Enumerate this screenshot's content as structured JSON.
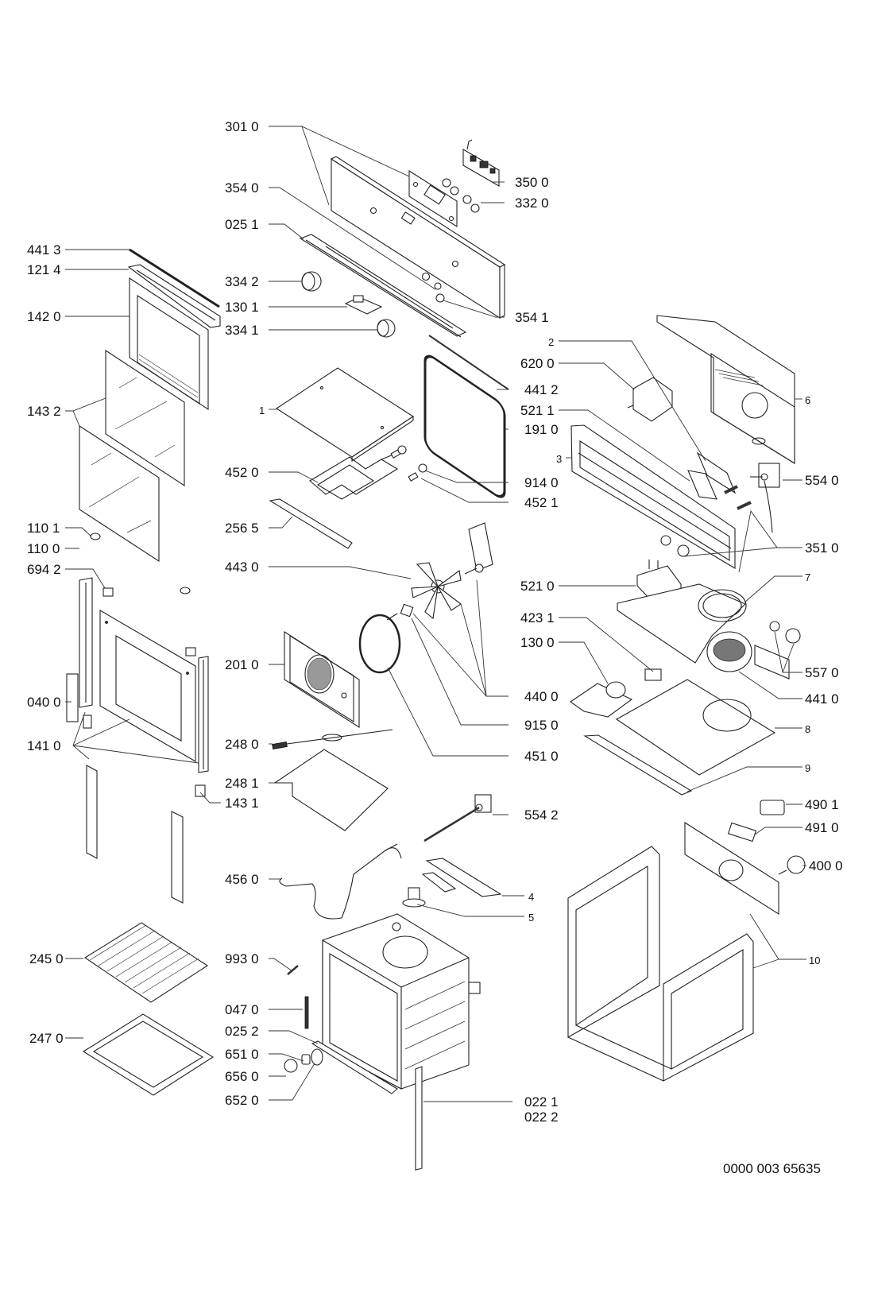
{
  "diagram": {
    "title": "Oven exploded view parts diagram",
    "document_id": "0000 003 65635",
    "labels": {
      "p3010": "301 0",
      "p3540": "354 0",
      "p0251": "025 1",
      "p3342": "334 2",
      "p1301": "130 1",
      "p3341": "334 1",
      "p3500": "350 0",
      "p3320": "332 0",
      "p3541": "354 1",
      "p4413": "441 3",
      "p1214": "121 4",
      "p1420": "142 0",
      "p1432": "143 2",
      "p1101": "110 1",
      "p1100": "110 0",
      "p6942": "694 2",
      "p0400": "040 0",
      "p1410": "141 0",
      "p1431": "143 1",
      "p2450": "245 0",
      "p2470": "247 0",
      "p1": "1",
      "p4520": "452 0",
      "p2565": "256 5",
      "p4430": "443 0",
      "p2010": "201 0",
      "p2480": "248 0",
      "p2481": "248 1",
      "p4560": "456 0",
      "p9930": "993 0",
      "p0470": "047 0",
      "p0252": "025 2",
      "p6510": "651 0",
      "p6560": "656 0",
      "p6520": "652 0",
      "p4412": "441 2",
      "p1910": "191 0",
      "p9140": "914 0",
      "p4521": "452 1",
      "p4400": "440 0",
      "p9150": "915 0",
      "p4510": "451 0",
      "p5542": "554 2",
      "p4": "4",
      "p5": "5",
      "p0221": "022 1",
      "p0222": "022 2",
      "p2": "2",
      "p6200": "620 0",
      "p5211": "521 1",
      "p3": "3",
      "p6": "6",
      "p5540": "554 0",
      "p3510": "351 0",
      "p5210": "521 0",
      "p7": "7",
      "p4231": "423 1",
      "p1300": "130 0",
      "p5570": "557 0",
      "p4410": "441 0",
      "p8": "8",
      "p9": "9",
      "p4901": "490 1",
      "p4910": "491 0",
      "p4000": "400 0",
      "p10": "10"
    },
    "parts": [
      {
        "id": "control-panel",
        "callouts": [
          "301 0"
        ]
      },
      {
        "id": "control-knob-left",
        "callouts": [
          "334 2"
        ]
      },
      {
        "id": "control-knob-right",
        "callouts": [
          "334 1"
        ]
      },
      {
        "id": "door-assembly",
        "callouts": [
          "142 0",
          "143 2",
          "141 0"
        ]
      },
      {
        "id": "grill-heating-element",
        "callouts": [
          "452 0"
        ]
      },
      {
        "id": "circular-heating-element",
        "callouts": [
          "451 0"
        ]
      },
      {
        "id": "lower-heating-element",
        "callouts": [
          "456 0"
        ]
      },
      {
        "id": "fan-blade",
        "callouts": [
          "443 0"
        ]
      },
      {
        "id": "fan-cover",
        "callouts": [
          "201 0"
        ]
      },
      {
        "id": "wire-shelf",
        "callouts": [
          "245 0"
        ]
      },
      {
        "id": "baking-tray",
        "callouts": [
          "247 0"
        ]
      },
      {
        "id": "oven-cavity",
        "callouts": [
          "993 0",
          "047 0",
          "025 2"
        ]
      },
      {
        "id": "outer-casing",
        "callouts": [
          "10"
        ]
      }
    ]
  }
}
